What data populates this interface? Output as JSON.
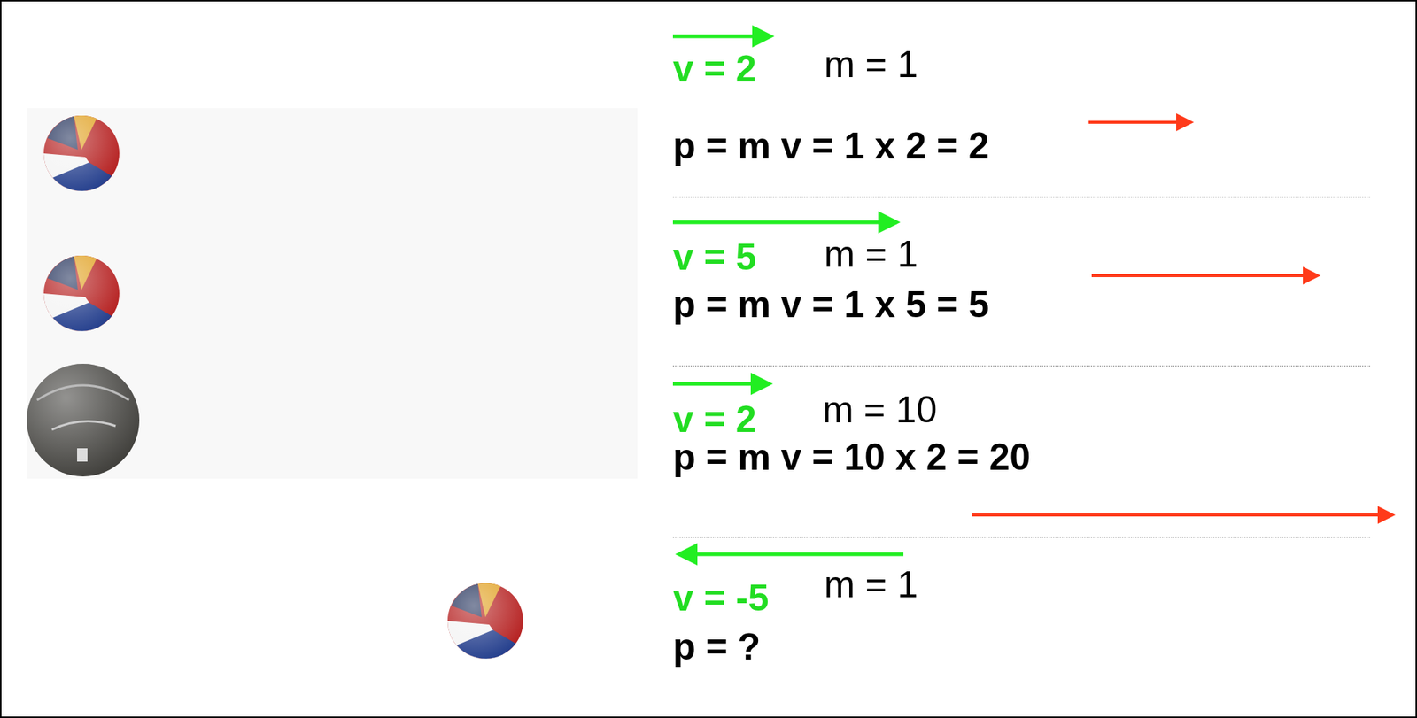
{
  "diagram": {
    "labels": [
      "v = 2",
      "m = 1",
      "p = m v = 1 x 2 = 2",
      "v = 5",
      "m = 1",
      "p = m v = 1 x 5 = 5",
      "v = 2",
      "m = 10",
      "p = m v = 10 x 2 = 20",
      "v = -5",
      "m = 1",
      "p = ?"
    ]
  }
}
